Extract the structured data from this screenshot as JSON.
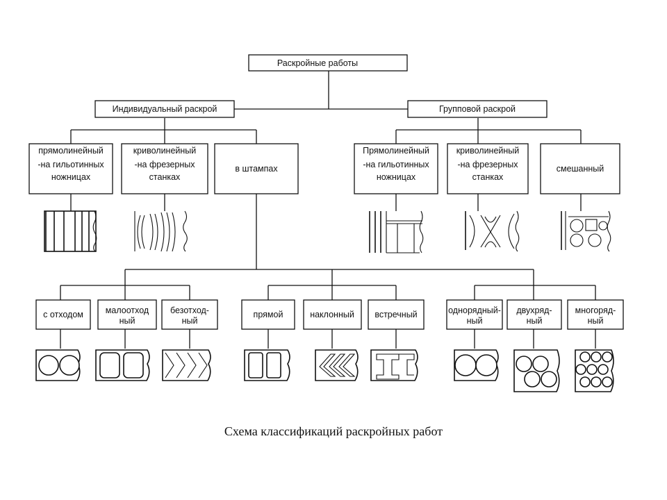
{
  "root": "Раскройные работы",
  "individual": {
    "title": "Индивидуальный раскрой",
    "children": [
      [
        "прямолинейный",
        "-на гильотинных",
        "ножницах"
      ],
      [
        "криволинейный",
        "-на фрезерных",
        "станках"
      ],
      [
        "в штампах"
      ]
    ]
  },
  "group": {
    "title": "Групповой раскрой",
    "children": [
      [
        "Прямолинейный",
        "-на гильотинных",
        "ножницах"
      ],
      [
        "криволинейный",
        "-на фрезерных",
        "станках"
      ],
      [
        "смешанный"
      ]
    ]
  },
  "stamp_types": [
    [
      "с отходом"
    ],
    [
      "малоотход",
      "ный"
    ],
    [
      "безотход-",
      "ный"
    ],
    [
      "прямой"
    ],
    [
      "наклонный"
    ],
    [
      "встречный"
    ],
    [
      "однорядный-",
      "ный"
    ],
    [
      "двухряд-",
      "ный"
    ],
    [
      "многоряд-",
      "ный"
    ]
  ],
  "caption": "Схема классификаций раскройных работ"
}
